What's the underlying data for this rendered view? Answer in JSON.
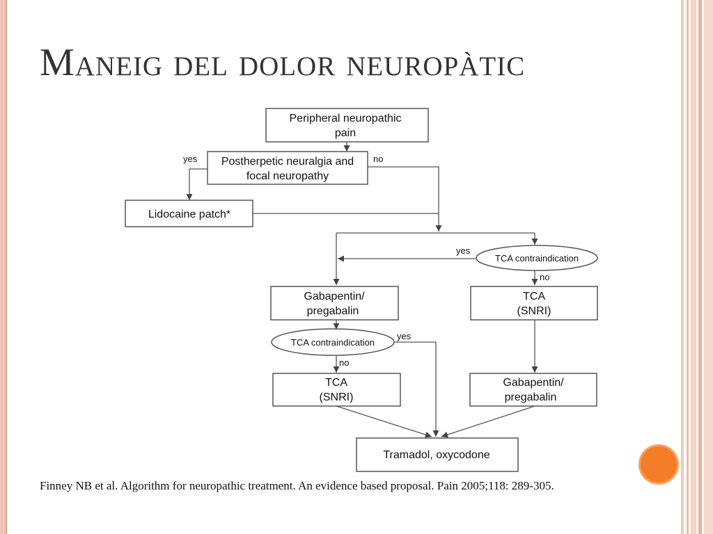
{
  "slide": {
    "title": "Maneig del dolor neuropàtic",
    "citation": "Finney NB et al. Algorithm for neuropathic treatment. An evidence based proposal. Pain 2005;118: 289-305.",
    "accent_color": "#f47d27",
    "border_color": "#f0c7b6"
  },
  "flowchart": {
    "nodes": {
      "peripheral": [
        "Peripheral neuropathic",
        "pain"
      ],
      "postherpetic": [
        "Postherpetic neuralgia and",
        "focal neuropathy"
      ],
      "lidocaine": [
        "Lidocaine patch*"
      ],
      "tca_contra_1": [
        "TCA contraindication"
      ],
      "gaba_left": [
        "Gabapentin/",
        "pregabalin"
      ],
      "tca_right": [
        "TCA",
        "(SNRI)"
      ],
      "tca_contra_2": [
        "TCA contraindication"
      ],
      "tca_left": [
        "TCA",
        "(SNRI)"
      ],
      "gaba_right": [
        "Gabapentin/",
        "pregabalin"
      ],
      "tramadol": [
        "Tramadol, oxycodone"
      ]
    },
    "labels": {
      "yes_1": "yes",
      "no_1": "no",
      "yes_2": "yes",
      "no_2": "no",
      "yes_3": "yes",
      "no_3": "no"
    }
  }
}
